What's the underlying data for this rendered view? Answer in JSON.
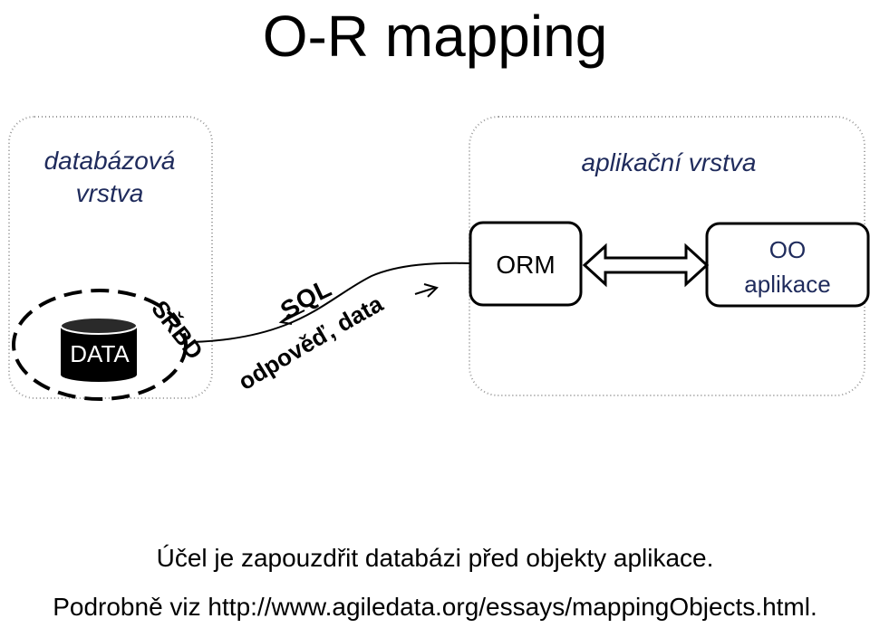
{
  "title": "O-R mapping",
  "database_layer": {
    "label_line1": "databázová",
    "label_line2": "vrstva",
    "data_label": "DATA",
    "dbms_label": "SŘBD"
  },
  "connection": {
    "sql_label": "SQL",
    "response_label": "odpověď, data"
  },
  "application_layer": {
    "label": "aplikační vrstva",
    "orm_label": "ORM",
    "oo_app_line1": "OO",
    "oo_app_line2": "aplikace"
  },
  "footer": {
    "line1": "Účel je zapouzdřit databázi před objekty aplikace.",
    "line2": "Podrobně viz http://www.agiledata.org/essays/mappingObjects.html."
  }
}
